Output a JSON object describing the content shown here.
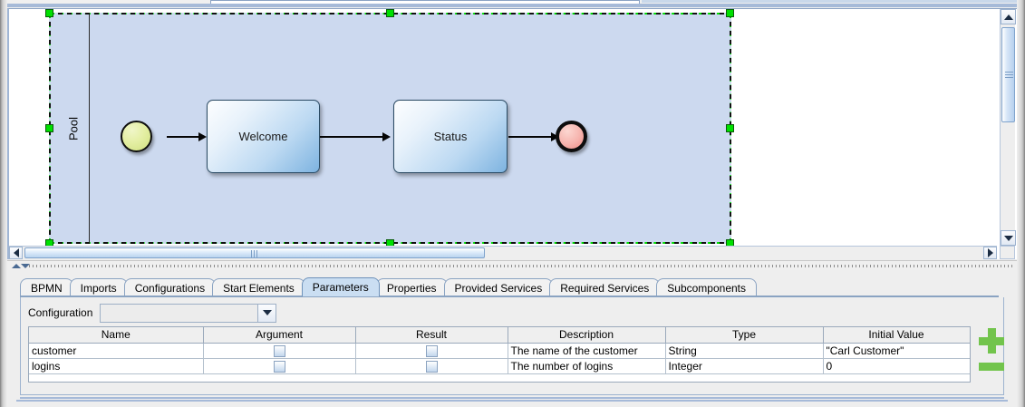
{
  "window": {
    "canvas_background": "#ffffff",
    "pool_fill": "#ccd9ef",
    "selection_color": "#00e000",
    "accent": "#8aa3c2"
  },
  "diagram": {
    "pool_label": "Pool",
    "nodes": [
      {
        "id": "start",
        "type": "start-event",
        "label": "",
        "fill": "#e4efa4"
      },
      {
        "id": "welcome",
        "type": "task",
        "label": "Welcome",
        "fill": "#bcd9f2"
      },
      {
        "id": "status",
        "type": "task",
        "label": "Status",
        "fill": "#bcd9f2"
      },
      {
        "id": "end",
        "type": "end-event",
        "label": "",
        "fill": "#f6b3ad"
      }
    ],
    "flows": [
      {
        "from": "start",
        "to": "welcome"
      },
      {
        "from": "welcome",
        "to": "status"
      },
      {
        "from": "status",
        "to": "end"
      }
    ],
    "selected": true
  },
  "scrollbars": {
    "vertical": {
      "up_icon": "triangle-up-icon",
      "down_icon": "triangle-down-icon"
    },
    "horizontal": {
      "left_icon": "triangle-left-icon",
      "right_icon": "triangle-right-icon"
    }
  },
  "tabs": [
    {
      "label": "BPMN",
      "selected": false
    },
    {
      "label": "Imports",
      "selected": false
    },
    {
      "label": "Configurations",
      "selected": false
    },
    {
      "label": "Start Elements",
      "selected": false
    },
    {
      "label": "Parameters",
      "selected": true
    },
    {
      "label": "Properties",
      "selected": false
    },
    {
      "label": "Provided Services",
      "selected": false
    },
    {
      "label": "Required Services",
      "selected": false
    },
    {
      "label": "Subcomponents",
      "selected": false
    }
  ],
  "parameters_panel": {
    "configuration": {
      "label": "Configuration",
      "value": "",
      "placeholder": "",
      "arrow_icon": "chevron-down-icon"
    },
    "table": {
      "columns": [
        "Name",
        "Argument",
        "Result",
        "Description",
        "Type",
        "Initial Value"
      ],
      "rows": [
        {
          "name": "customer",
          "argument": false,
          "result": false,
          "description": "The name of the customer",
          "type": "String",
          "initial_value": "\"Carl Customer\""
        },
        {
          "name": "logins",
          "argument": false,
          "result": false,
          "description": "The number of logins",
          "type": "Integer",
          "initial_value": "0"
        }
      ]
    },
    "actions": {
      "add_label": "+",
      "add_icon": "plus-icon",
      "remove_label": "-",
      "remove_icon": "minus-icon",
      "color": "#72c44c"
    }
  }
}
